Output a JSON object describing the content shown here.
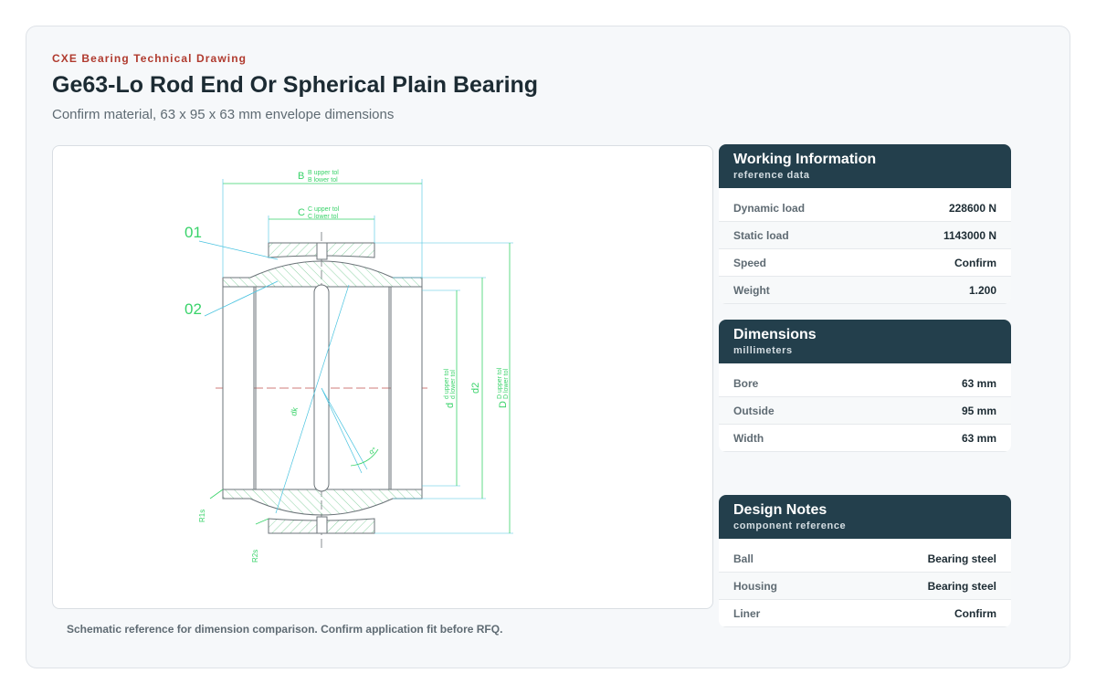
{
  "header": {
    "eyebrow": "CXE Bearing Technical Drawing",
    "title": "Ge63-Lo Rod End Or Spherical Plain Bearing",
    "subtitle": "Confirm material, 63 x 95 x 63 mm envelope dimensions"
  },
  "drawing": {
    "labels": {
      "part_01": "01",
      "part_02": "02",
      "dim_b": "B",
      "dim_b_upper": "B upper tol",
      "dim_b_lower": "B lower tol",
      "dim_c": "C",
      "dim_c_upper": "C upper tol",
      "dim_c_lower": "C lower tol",
      "dim_d": "d",
      "dim_d_upper": "d upper tol",
      "dim_d_lower": "d lower tol",
      "dim_d2": "d2",
      "dim_D": "D",
      "dim_D_upper": "D upper tol",
      "dim_D_lower": "D lower tol",
      "dim_dk": "dk",
      "angle": "α°",
      "r1": "R1s",
      "r2": "R2s"
    },
    "colors": {
      "outline": "#6b7378",
      "dimension": "#39d36a",
      "leader": "#49c3e0",
      "hatch": "#8fd3a6",
      "centerline": "#c0504d"
    },
    "caption": "Schematic reference for dimension comparison. Confirm application fit before RFQ."
  },
  "working": {
    "title": "Working Information",
    "subtitle": "reference data",
    "rows": [
      {
        "label": "Dynamic load",
        "value": "228600 N"
      },
      {
        "label": "Static load",
        "value": "1143000 N"
      },
      {
        "label": "Speed",
        "value": "Confirm"
      },
      {
        "label": "Weight",
        "value": "1.200"
      }
    ]
  },
  "dimensions": {
    "title": "Dimensions",
    "subtitle": "millimeters",
    "rows": [
      {
        "label": "Bore",
        "value": "63 mm"
      },
      {
        "label": "Outside",
        "value": "95 mm"
      },
      {
        "label": "Width",
        "value": "63 mm"
      }
    ]
  },
  "notes": {
    "title": "Design Notes",
    "subtitle": "component reference",
    "rows": [
      {
        "label": "Ball",
        "value": "Bearing steel"
      },
      {
        "label": "Housing",
        "value": "Bearing steel"
      },
      {
        "label": "Liner",
        "value": "Confirm"
      }
    ]
  }
}
